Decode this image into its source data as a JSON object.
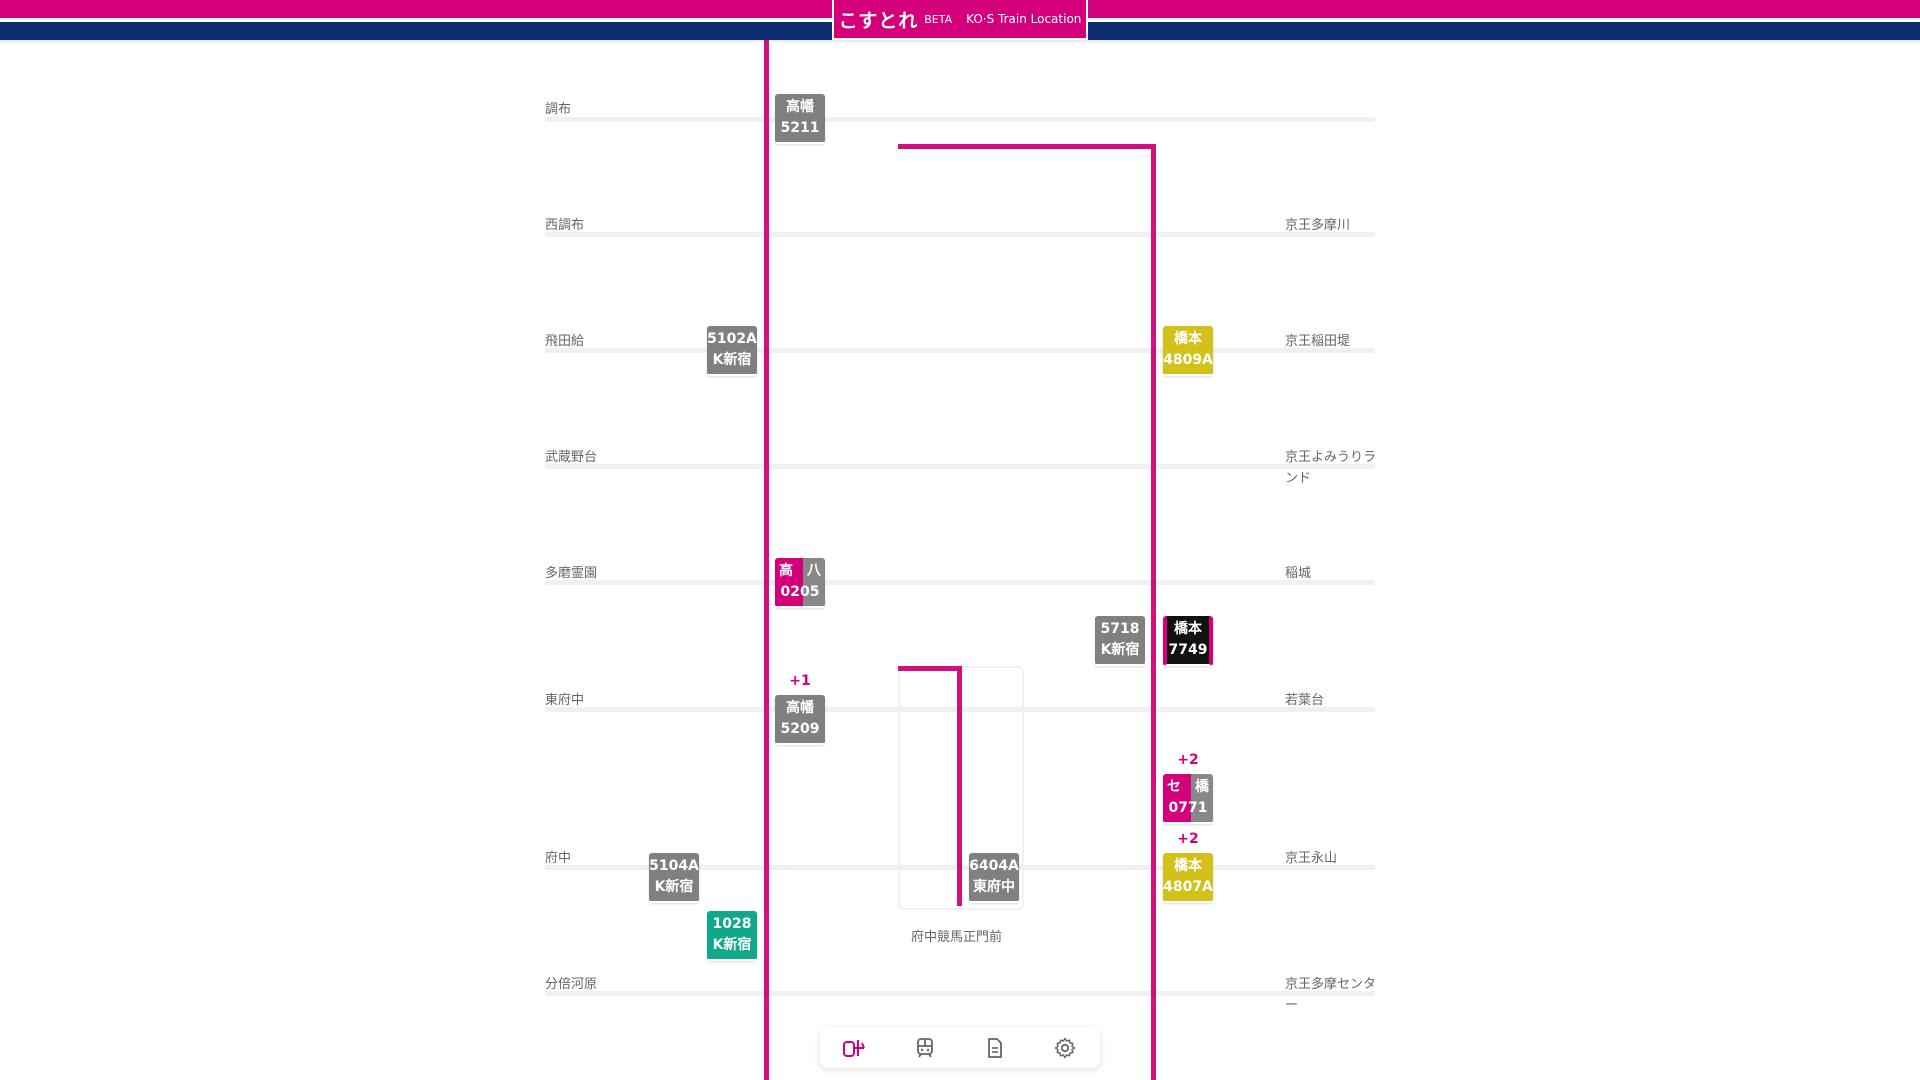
{
  "header": {
    "title": "こすとれ",
    "beta": "BETA",
    "subtitle": "KO·S Train Location"
  },
  "colors": {
    "brand_pink": "#d4007b",
    "brand_navy": "#0b2d6e",
    "track": "#d1107e",
    "train_local": "#808080",
    "train_express_yellow": "#d2c11a",
    "train_green": "#0fa88a",
    "train_black": "#111111"
  },
  "stations_left": [
    "調布",
    "西調布",
    "飛田給",
    "武蔵野台",
    "多磨霊園",
    "東府中",
    "府中",
    "分倍河原"
  ],
  "stations_right": [
    "京王多摩川",
    "京王稲田堤",
    "京王よみうりランド",
    "稲城",
    "若葉台",
    "京王永山",
    "京王多摩センター"
  ],
  "branch_station": "府中競馬正門前",
  "trains": {
    "t_chofu": {
      "line1": "高幡",
      "line2": "5211"
    },
    "t_tobitakyu": {
      "line1": "5102A",
      "line2": "K新宿"
    },
    "t_inadazutsumi": {
      "line1": "橋本",
      "line2": "4809A"
    },
    "t_tamareien": {
      "line1a": "高",
      "line1b": "八",
      "line2": "0205"
    },
    "t_inagi_gray": {
      "line1": "5718",
      "line2": "K新宿"
    },
    "t_inagi_black": {
      "line1": "橋本",
      "line2": "7749"
    },
    "t_higashifuchu": {
      "extra": "+1",
      "line1": "高幡",
      "line2": "5209"
    },
    "t_se": {
      "extra": "+2",
      "line1a": "セ",
      "line1b": "橋",
      "line2": "0771"
    },
    "t_nagayama": {
      "extra": "+2",
      "line1": "橋本",
      "line2": "4807A"
    },
    "t_fuchu": {
      "line1": "5104A",
      "line2": "K新宿"
    },
    "t_fuchu_green": {
      "line1": "1028",
      "line2": "K新宿"
    },
    "t_branch": {
      "line1": "6404A",
      "line2": "東府中"
    }
  },
  "toolbar": {
    "items": [
      "train-location-icon",
      "train-icon",
      "document-icon",
      "settings-icon"
    ]
  }
}
